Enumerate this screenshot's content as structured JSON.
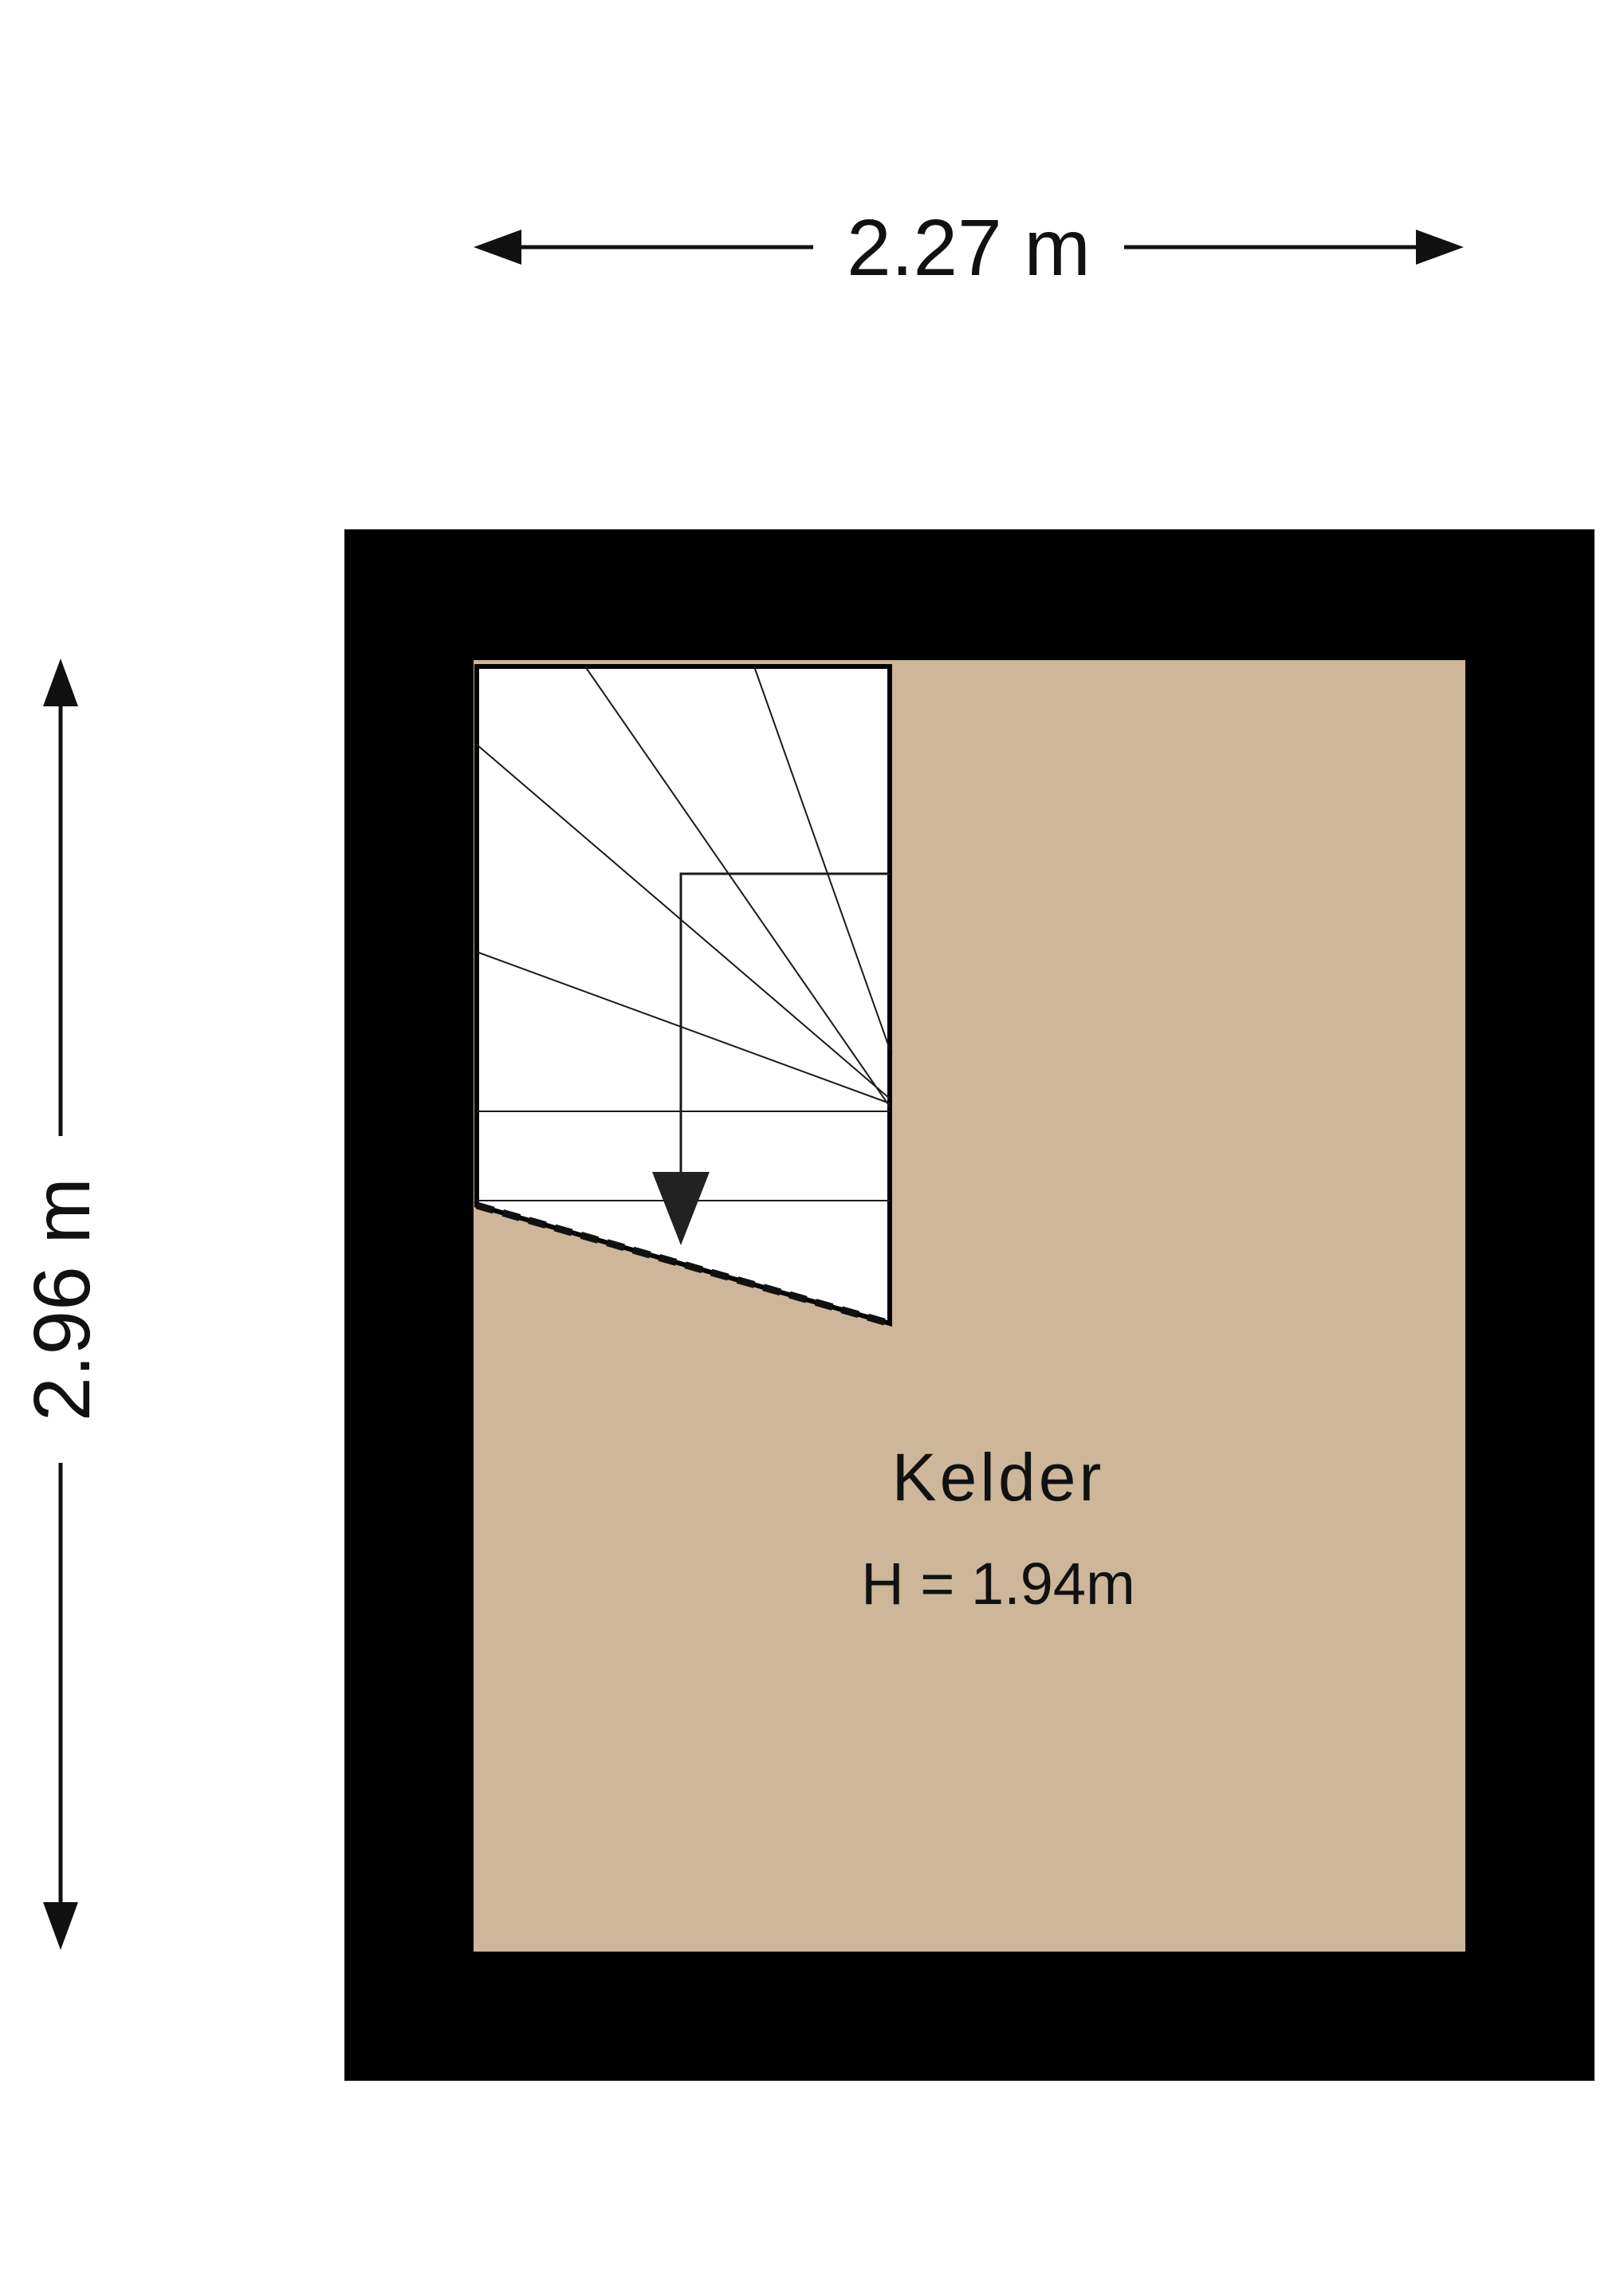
{
  "dimensions": {
    "width": "2.27 m",
    "height": "2.96 m"
  },
  "room": {
    "name": "Kelder",
    "height": "H = 1.94m"
  },
  "colors": {
    "wall": "#000000",
    "floor": "#cdb699",
    "stair": "#ffffff",
    "line": "#1a1a1a"
  }
}
